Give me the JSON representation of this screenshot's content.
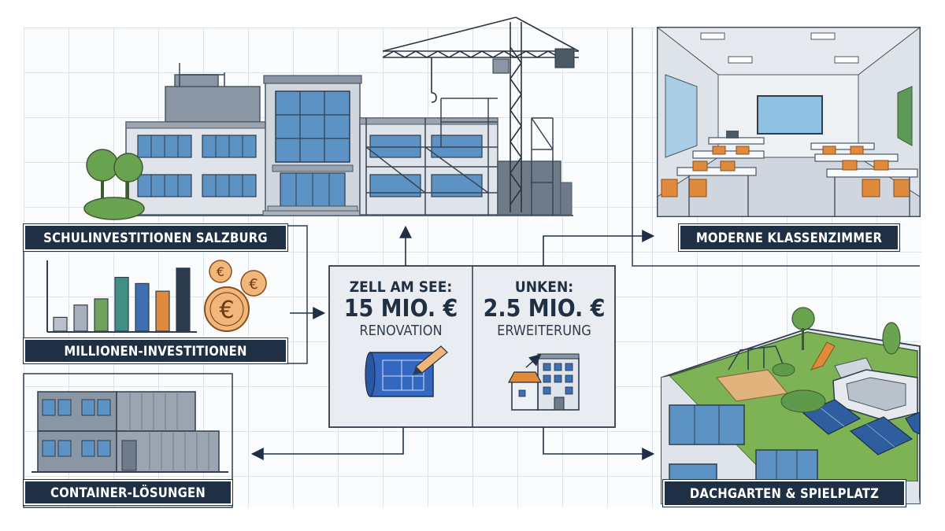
{
  "labels": {
    "schulinvest": "SCHULINVESTITIONEN SALZBURG",
    "millionen": "MILLIONEN-INVESTITIONEN",
    "container": "CONTAINER-LÖSUNGEN",
    "klassenzimmer": "MODERNE KLASSENZIMMER",
    "dachgarten": "DACHGARTEN & SPIELPLATZ"
  },
  "zell": {
    "title": "ZELL AM SEE:",
    "amount": "15 MIO. €",
    "sub": "RENOVATION"
  },
  "unken": {
    "title": "UNKEN:",
    "amount": "2.5 MIO. €",
    "sub": "ERWEITERUNG"
  },
  "bars": [
    {
      "value": 18,
      "color": "#b8c0c9"
    },
    {
      "value": 34,
      "color": "#a7b0ba"
    },
    {
      "value": 42,
      "color": "#6fa35a"
    },
    {
      "value": 70,
      "color": "#3f8f86"
    },
    {
      "value": 62,
      "color": "#3f6fb0"
    },
    {
      "value": 52,
      "color": "#e08a3c"
    },
    {
      "value": 82,
      "color": "#2b3a4f"
    }
  ],
  "coins": {
    "symbol": "€"
  },
  "colors": {
    "navy": "#1f3045",
    "panel": "#e9edf1",
    "orange": "#e08a3c",
    "blueprint": "#3468c0",
    "roof-green": "#7db255",
    "glass": "#6fa5cc"
  }
}
